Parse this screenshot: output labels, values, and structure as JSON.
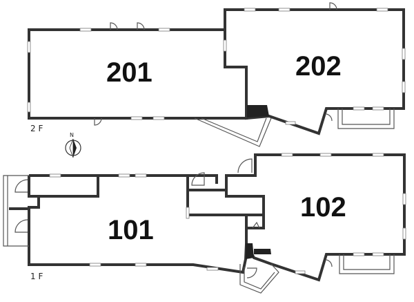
{
  "upper_floor": {
    "label": "2 F",
    "rooms": [
      {
        "id": "room-201",
        "number": "201"
      },
      {
        "id": "room-202",
        "number": "202"
      }
    ]
  },
  "lower_floor": {
    "label": "1 F",
    "rooms": [
      {
        "id": "room-101",
        "number": "101"
      },
      {
        "id": "room-102",
        "number": "102"
      }
    ]
  },
  "compass": {
    "letter": "N",
    "icon": "north-arrow-icon"
  },
  "colors": {
    "wall": "#333333",
    "background": "#ffffff"
  }
}
